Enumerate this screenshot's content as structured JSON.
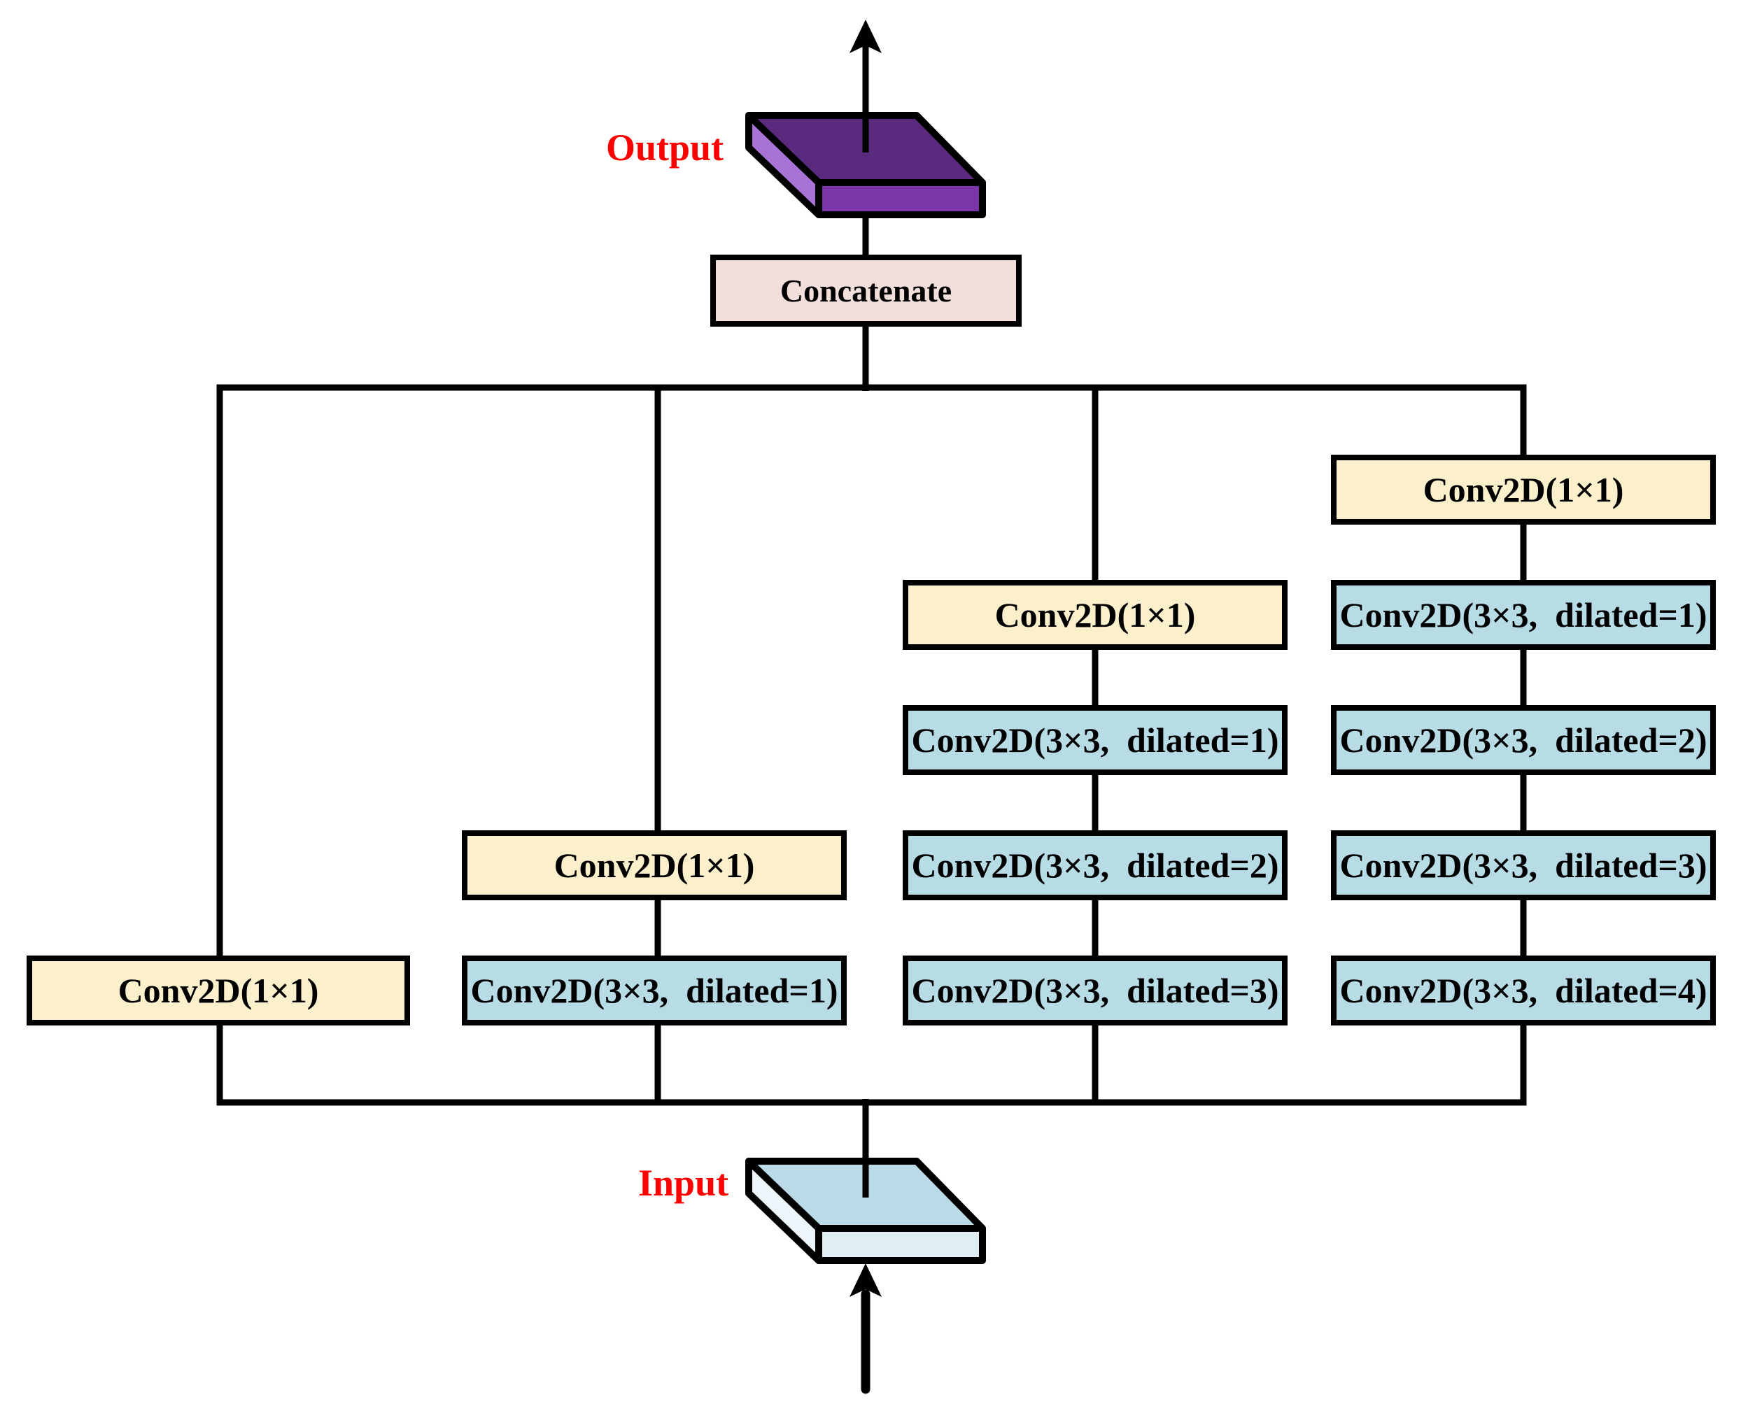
{
  "figure": {
    "output_label": "Output",
    "input_label": "Input",
    "concatenate": {
      "label": "Concatenate"
    },
    "branches": [
      {
        "name": "branch-1",
        "boxes": [
          {
            "label": "Conv2D(1×1)",
            "kind": "conv-1x1"
          }
        ]
      },
      {
        "name": "branch-2",
        "boxes": [
          {
            "label": "Conv2D(1×1)",
            "kind": "conv-1x1"
          },
          {
            "label": "Conv2D(3×3,  dilated=1)",
            "kind": "conv-3x3-dilated"
          }
        ]
      },
      {
        "name": "branch-3",
        "boxes": [
          {
            "label": "Conv2D(1×1)",
            "kind": "conv-1x1"
          },
          {
            "label": "Conv2D(3×3,  dilated=1)",
            "kind": "conv-3x3-dilated"
          },
          {
            "label": "Conv2D(3×3,  dilated=2)",
            "kind": "conv-3x3-dilated"
          },
          {
            "label": "Conv2D(3×3,  dilated=3)",
            "kind": "conv-3x3-dilated"
          }
        ]
      },
      {
        "name": "branch-4",
        "boxes": [
          {
            "label": "Conv2D(1×1)",
            "kind": "conv-1x1"
          },
          {
            "label": "Conv2D(3×3,  dilated=1)",
            "kind": "conv-3x3-dilated"
          },
          {
            "label": "Conv2D(3×3,  dilated=2)",
            "kind": "conv-3x3-dilated"
          },
          {
            "label": "Conv2D(3×3,  dilated=3)",
            "kind": "conv-3x3-dilated"
          },
          {
            "label": "Conv2D(3×3,  dilated=4)",
            "kind": "conv-3x3-dilated"
          }
        ]
      }
    ],
    "colors": {
      "conv_1x1_fill": "#fbf0cb",
      "conv_dilated_fill": "#b7dce6",
      "concatenate_fill": "#f2dedb",
      "label_red": "#ff0000",
      "line_black": "#000000",
      "output_slab_top": "#5a2a7e",
      "output_slab_front": "#7b35a8",
      "output_slab_side": "#a873d6",
      "input_slab_top": "#b9dae6",
      "input_slab_front": "#dfeef4",
      "input_slab_side": "#ecf5f9"
    }
  }
}
